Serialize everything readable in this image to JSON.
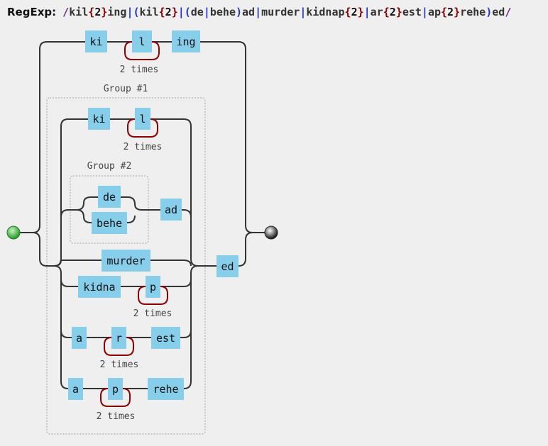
{
  "header": {
    "label": "RegExp:",
    "tokens": [
      {
        "t": "/",
        "c": "slash"
      },
      {
        "t": "kil",
        "c": "lit"
      },
      {
        "t": "{",
        "c": "q"
      },
      {
        "t": "2",
        "c": "qn"
      },
      {
        "t": "}",
        "c": "q"
      },
      {
        "t": "ing",
        "c": "lit"
      },
      {
        "t": "|",
        "c": "pipe"
      },
      {
        "t": "(",
        "c": "par"
      },
      {
        "t": "kil",
        "c": "lit"
      },
      {
        "t": "{",
        "c": "q"
      },
      {
        "t": "2",
        "c": "qn"
      },
      {
        "t": "}",
        "c": "q"
      },
      {
        "t": "|",
        "c": "pipe"
      },
      {
        "t": "(",
        "c": "par"
      },
      {
        "t": "de",
        "c": "lit"
      },
      {
        "t": "|",
        "c": "pipe"
      },
      {
        "t": "behe",
        "c": "lit"
      },
      {
        "t": ")",
        "c": "par"
      },
      {
        "t": "ad",
        "c": "lit"
      },
      {
        "t": "|",
        "c": "pipe"
      },
      {
        "t": "murder",
        "c": "lit"
      },
      {
        "t": "|",
        "c": "pipe"
      },
      {
        "t": "kidnap",
        "c": "lit"
      },
      {
        "t": "{",
        "c": "q"
      },
      {
        "t": "2",
        "c": "qn"
      },
      {
        "t": "}",
        "c": "q"
      },
      {
        "t": "|",
        "c": "pipe"
      },
      {
        "t": "ar",
        "c": "lit"
      },
      {
        "t": "{",
        "c": "q"
      },
      {
        "t": "2",
        "c": "qn"
      },
      {
        "t": "}",
        "c": "q"
      },
      {
        "t": "est",
        "c": "lit"
      },
      {
        "t": "|",
        "c": "pipe"
      },
      {
        "t": "ap",
        "c": "lit"
      },
      {
        "t": "{",
        "c": "q"
      },
      {
        "t": "2",
        "c": "qn"
      },
      {
        "t": "}",
        "c": "q"
      },
      {
        "t": "rehe",
        "c": "lit"
      },
      {
        "t": ")",
        "c": "par"
      },
      {
        "t": "ed",
        "c": "lit"
      },
      {
        "t": "/",
        "c": "slash"
      }
    ]
  },
  "diagram": {
    "colors": {
      "literal": "#87ceeb",
      "rail": "#333333",
      "repeat": "#8b0000",
      "start": "#3cb43c",
      "end": "#444444"
    },
    "top_branch": {
      "ki": "ki",
      "l": "l",
      "ing": "ing",
      "repeat": "2 times"
    },
    "group1": {
      "label": "Group #1",
      "row1": {
        "ki": "ki",
        "l": "l",
        "repeat": "2 times"
      },
      "group2": {
        "label": "Group #2",
        "de": "de",
        "behe": "behe"
      },
      "ad": "ad",
      "murder": "murder",
      "kidnap": {
        "kidna": "kidna",
        "p": "p",
        "repeat": "2 times"
      },
      "arrest": {
        "a": "a",
        "r": "r",
        "est": "est",
        "repeat": "2 times"
      },
      "apprehend": {
        "a": "a",
        "p": "p",
        "rehe": "rehe",
        "repeat": "2 times"
      }
    },
    "ed": "ed"
  }
}
